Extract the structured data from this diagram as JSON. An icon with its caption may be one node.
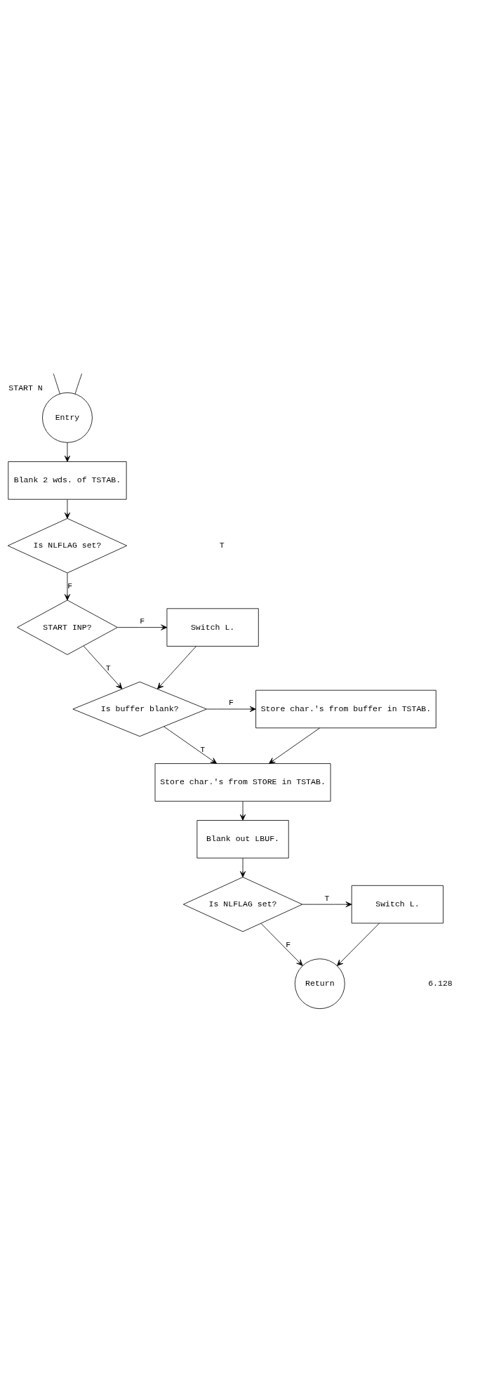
{
  "diagram": {
    "nodes": [
      {
        "text": [
          "Entry"
        ],
        "beside": [
          "START N"
        ]
      },
      {
        "text": [
          "Blank 2 wds. of TSTAB."
        ]
      },
      {
        "text": [
          "Is NLFLAG set?"
        ]
      },
      {
        "text": [
          "START INP?"
        ]
      },
      {
        "text": [
          "Switch L."
        ]
      },
      {
        "text": [
          "Is buffer blank?"
        ]
      },
      {
        "text": [
          "Store char.'s from buffer in TSTAB."
        ]
      },
      {
        "text": [
          "Store char.'s from STORE in TSTAB."
        ]
      },
      {
        "text": [
          "Blank out LBUF."
        ]
      },
      {
        "text": [
          "Is NLFLAG set?"
        ]
      },
      {
        "text": [
          "Switch L."
        ]
      },
      {
        "text": [
          "Return"
        ]
      }
    ],
    "edges": [
      {
        "from": null,
        "to": 0,
        "arrow": "none"
      },
      {
        "from": null,
        "to": 0,
        "arrow": "none"
      },
      {
        "from": 0,
        "to": 1,
        "arrow": "to"
      },
      {
        "from": 1,
        "to": 2,
        "arrow": "to"
      },
      {
        "from": 2,
        "to": 3,
        "arrow": "to",
        "label": "F"
      },
      {
        "from": 3,
        "to": 4,
        "arrow": "to",
        "label": "F"
      },
      {
        "from": 3,
        "to": 5,
        "arrow": "to",
        "label": "T"
      },
      {
        "from": 4,
        "to": 5,
        "arrow": "to"
      },
      {
        "from": 5,
        "to": 6,
        "arrow": "to",
        "label": "F"
      },
      {
        "from": 5,
        "to": 7,
        "arrow": "to",
        "label": "T"
      },
      {
        "from": 6,
        "to": 7,
        "arrow": "to"
      },
      {
        "from": 7,
        "to": 8,
        "arrow": "to"
      },
      {
        "from": 8,
        "to": 9,
        "arrow": "to"
      },
      {
        "from": 9,
        "to": 10,
        "arrow": "to",
        "label": "T"
      },
      {
        "from": 9,
        "to": 11,
        "arrow": "to",
        "label": "F"
      },
      {
        "from": 10,
        "to": 11,
        "arrow": "to"
      }
    ],
    "labels": [
      "T",
      "6.128"
    ]
  }
}
